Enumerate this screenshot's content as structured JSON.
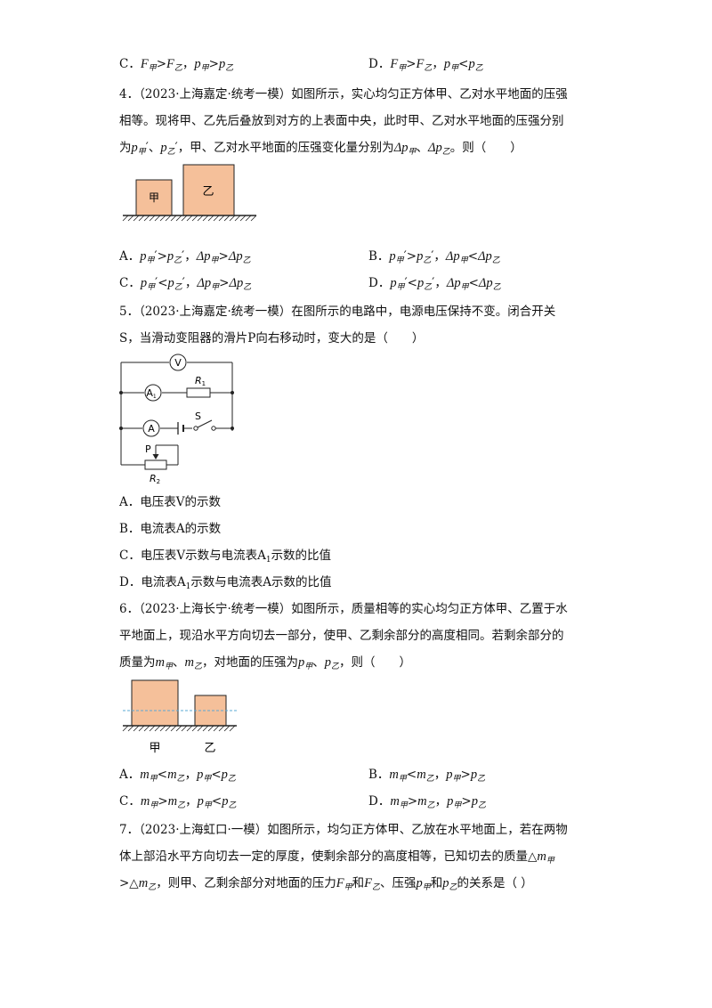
{
  "q3": {
    "optC": {
      "label": "C．",
      "f_lhs": "F",
      "f_lhs_sub": "甲",
      "f_op": ">",
      "f_rhs": "F",
      "f_rhs_sub": "乙",
      "sep": "，",
      "p_lhs": "p",
      "p_lhs_sub": "甲",
      "p_op": ">",
      "p_rhs": "p",
      "p_rhs_sub": "乙"
    },
    "optD": {
      "label": "D．",
      "f_lhs": "F",
      "f_lhs_sub": "甲",
      "f_op": ">",
      "f_rhs": "F",
      "f_rhs_sub": "乙",
      "sep": "，",
      "p_lhs": "p",
      "p_lhs_sub": "甲",
      "p_op": "<",
      "p_rhs": "p",
      "p_rhs_sub": "乙"
    }
  },
  "q4": {
    "line1": "4．（2023·上海嘉定·统考一模）如图所示，实心均匀正方体甲、乙对水平地面的压强",
    "line2": "相等。现将甲、乙先后叠放到对方的上表面中央，此时甲、乙对水平地面的压强分别",
    "line3": {
      "pre": "为",
      "a": "p",
      "a_sub": "甲",
      "a_prime": "′",
      "mid1": "、",
      "b": "p",
      "b_sub": "乙",
      "b_prime": "′",
      "mid2": "，甲、乙对水平地面的压强变化量分别为",
      "c": "Δp",
      "c_sub": "甲",
      "mid3": "、",
      "d": "Δp",
      "d_sub": "乙",
      "post": "。则（　　）"
    },
    "fig": {
      "label_a": "甲",
      "label_b": "乙"
    },
    "options": [
      {
        "label": "A．",
        "op1": ">",
        "op2": ">"
      },
      {
        "label": "B．",
        "op1": ">",
        "op2": "<"
      },
      {
        "label": "C．",
        "op1": "<",
        "op2": ">"
      },
      {
        "label": "D．",
        "op1": "<",
        "op2": "<"
      }
    ]
  },
  "q5": {
    "line1": "5．（2023·上海嘉定·统考一模）在图所示的电路中，电源电压保持不变。闭合开关",
    "line2": "S，当滑动变阻器的滑片P向右移动时，变大的是（　　）",
    "fig": {
      "V": "V",
      "A1": "A",
      "A1_sub": "1",
      "R1": "R",
      "R1_sub": "1",
      "A": "A",
      "S": "S",
      "P": "P",
      "R2": "R",
      "R2_sub": "2"
    },
    "optA": "A．电压表V的示数",
    "optB": "B．电流表A的示数",
    "optC": {
      "pre": "C．电压表V示数与电流表A",
      "sub": "1",
      "post": "示数的比值"
    },
    "optD": {
      "pre": "D．电流表A",
      "sub": "1",
      "post": "示数与电流表A示数的比值"
    }
  },
  "q6": {
    "line1": "6．（2023·上海长宁·统考一模）如图所示，质量相等的实心均匀正方体甲、乙置于水",
    "line2": "平地面上，现沿水平方向切去一部分，使甲、乙剩余部分的高度相同。若剩余部分的",
    "line3": {
      "pre": "质量为",
      "a": "m",
      "a_sub": "甲",
      "mid1": "、",
      "b": "m",
      "b_sub": "乙",
      "mid2": "，对地面的压强为",
      "c": "p",
      "c_sub": "甲",
      "mid3": "、",
      "d": "p",
      "d_sub": "乙",
      "post": "，则（　　）"
    },
    "fig": {
      "label_a": "甲",
      "label_b": "乙"
    },
    "options": [
      {
        "label": "A．",
        "op1": "<",
        "op2": "<"
      },
      {
        "label": "B．",
        "op1": "<",
        "op2": ">"
      },
      {
        "label": "C．",
        "op1": ">",
        "op2": "<"
      },
      {
        "label": "D．",
        "op1": ">",
        "op2": ">"
      }
    ]
  },
  "q7": {
    "line1": "7．（2023·上海虹口·一模）如图所示，均匀正方体甲、乙放在水平地面上，若在两物",
    "line2": "体上部沿水平方向切去一定的厚度，使剩余部分的高度相等，已知切去的质量△",
    "line2_var": "m",
    "line2_sub": "甲",
    "line3": {
      "pre": ">△",
      "a": "m",
      "a_sub": "乙",
      "mid1": "，则甲、乙剩余部分对地面的压力",
      "b": "F",
      "b_sub": "甲",
      "mid2": "和",
      "c": "F",
      "c_sub": "乙",
      "mid3": "、压强",
      "d": "p",
      "d_sub": "甲",
      "mid4": "和",
      "e": "p",
      "e_sub": "乙",
      "post": "的关系是（ ）"
    }
  },
  "colors": {
    "block_fill": "#f5c09a",
    "block_stroke": "#222222",
    "dash_line": "#5aa9d6",
    "text": "#111111"
  }
}
